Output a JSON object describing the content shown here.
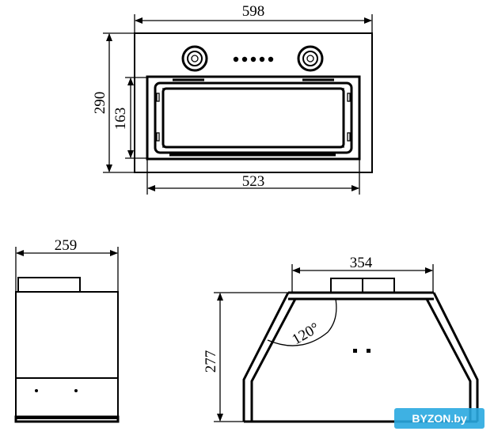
{
  "front_view": {
    "overall_width": "598",
    "inner_width": "523",
    "overall_height": "290",
    "inner_height": "163"
  },
  "side_view": {
    "width": "259"
  },
  "profile_view": {
    "top_width": "354",
    "height": "277",
    "angle": "120°"
  },
  "watermark": {
    "text": "BYZON.by",
    "color": "#29a8e0"
  }
}
